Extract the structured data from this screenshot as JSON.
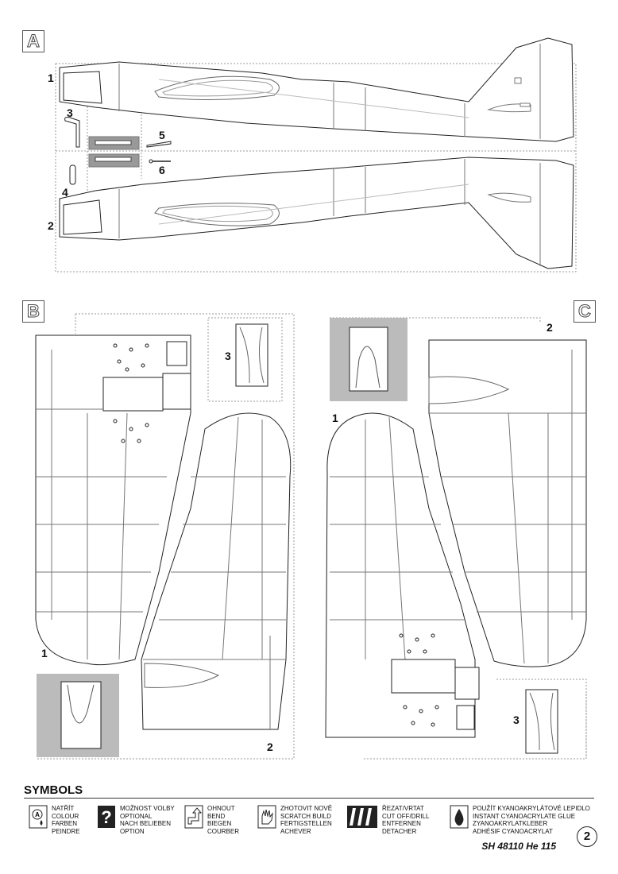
{
  "sections": {
    "a": "A",
    "b": "B",
    "c": "C"
  },
  "part_numbers": {
    "a": [
      "1",
      "2",
      "3",
      "4",
      "5",
      "6"
    ],
    "b": [
      "1",
      "2",
      "3"
    ],
    "c": [
      "1",
      "2",
      "3"
    ]
  },
  "symbols": {
    "title": "SYMBOLS",
    "items": [
      {
        "icon": "paint-drop-icon",
        "lines": [
          "NATŘÍT",
          "COLOUR",
          "FARBEN",
          "PEINDRE"
        ]
      },
      {
        "icon": "question-mark-icon",
        "lines": [
          "MOŽNOST VOLBY",
          "OPTIONAL",
          "NACH BELIEBEN",
          "OPTION"
        ]
      },
      {
        "icon": "bend-arrow-icon",
        "lines": [
          "OHNOUT",
          "BEND",
          "BIEGEN",
          "COURBER"
        ]
      },
      {
        "icon": "hand-icon",
        "lines": [
          "ZHOTOVIT NOVĚ",
          "SCRATCH BUILD",
          "FERTIGSTELLEN",
          "ACHEVER"
        ]
      },
      {
        "icon": "cut-drill-icon",
        "lines": [
          "ŘEZAT/VRTAT",
          "CUT OFF/DRILL",
          "ENTFERNEN",
          "DETACHER"
        ]
      },
      {
        "icon": "glue-drop-icon",
        "lines": [
          "POUŽÍT KYANOAKRYLÁTOVÉ LEPIDLO",
          "INSTANT CYANOACRYLATE GLUE",
          "ZYANOAKRYLATKLEBER",
          "ADHÉSIF CYANOACRYLAT"
        ]
      }
    ]
  },
  "footer": {
    "reference": "SH 48110 He 115",
    "page": "2"
  }
}
